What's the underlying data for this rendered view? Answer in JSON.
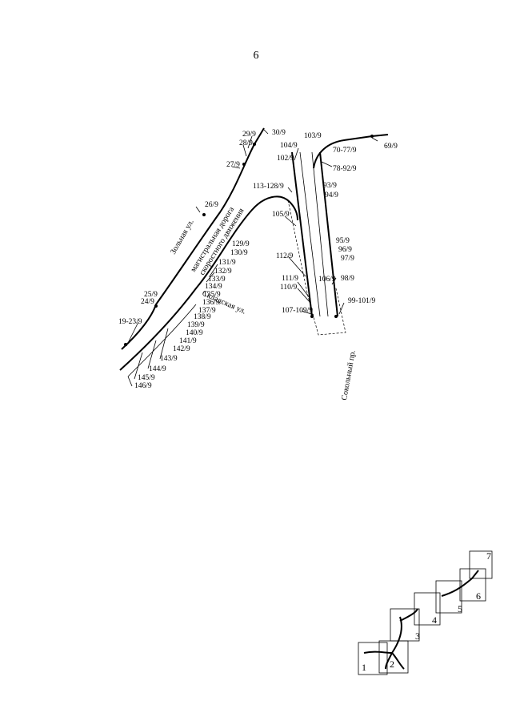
{
  "page_number": "6",
  "streets": {
    "zolnaya": "Зольная ул.",
    "highway_line1": "магистральная дорога",
    "highway_line2": "скоростного движения",
    "skladskaya": "Складская ул.",
    "sokolny": "Сокольный пр."
  },
  "labels": {
    "l29": "29/9",
    "l30": "30/9",
    "l28": "28/9",
    "l27": "27/9",
    "l26": "26/9",
    "l25": "25/9",
    "l24": "24/9",
    "l1923": "19-23/9",
    "l103": "103/9",
    "l104": "104/9",
    "l102": "102/9",
    "l7077": "70-77/9",
    "l69": "69/9",
    "l7892": "78-92/9",
    "l113": "113-128/9",
    "l105": "105/9",
    "l93": "93/9",
    "l94": "94/9",
    "l129": "129/9",
    "l130": "130/9",
    "l131": "131/9",
    "l132": "132/9",
    "l133": "133/9",
    "l134": "134/9",
    "l135": "135/9",
    "l136": "136/9",
    "l137": "137/9",
    "l138": "138/9",
    "l139": "139/9",
    "l140": "140/9",
    "l141": "141/9",
    "l142": "142/9",
    "l143": "143/9",
    "l144": "144/9",
    "l145": "145/9",
    "l146": "146/9",
    "l112": "112/9",
    "l111": "111/9",
    "l110": "110/9",
    "l106": "106/9",
    "l107": "107-109/9",
    "l95": "95/9",
    "l96": "96/9",
    "l97": "97/9",
    "l98": "98/9",
    "l99": "99-101/9"
  },
  "key_map": [
    "1",
    "2",
    "3",
    "4",
    "5",
    "6",
    "7"
  ]
}
